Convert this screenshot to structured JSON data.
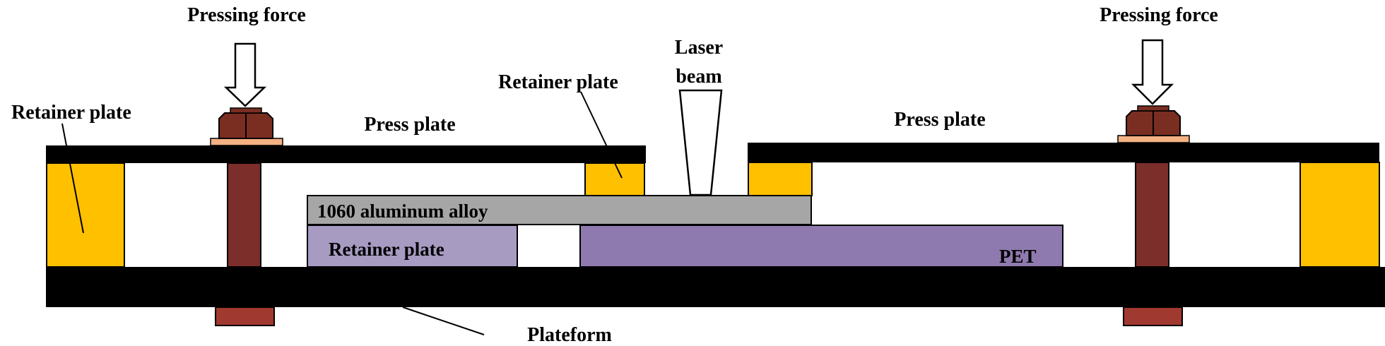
{
  "labels": {
    "pressing_force_left": "Pressing force",
    "pressing_force_right": "Pressing force",
    "laser_beam_line1": "Laser",
    "laser_beam_line2": "beam",
    "retainer_plate_top_left": "Retainer plate",
    "retainer_plate_center": "Retainer plate",
    "press_plate_left": "Press plate",
    "press_plate_right": "Press plate",
    "aluminum_alloy": "1060 aluminum alloy",
    "retainer_plate_bottom": "Retainer plate",
    "pet": "PET",
    "platform": "Plateform"
  },
  "colors": {
    "plate_black": "#000000",
    "retainer_yellow": "#FFC000",
    "bolt_brown": "#7B2E2A",
    "bolt_tail_red": "#A0392F",
    "nut_brown": "#7A2E22",
    "washer_peach": "#F4B183",
    "aluminum_gray": "#A6A6A6",
    "retainer_lilac": "#A79BC2",
    "pet_purple": "#8F7AAF",
    "outline": "#000000"
  }
}
